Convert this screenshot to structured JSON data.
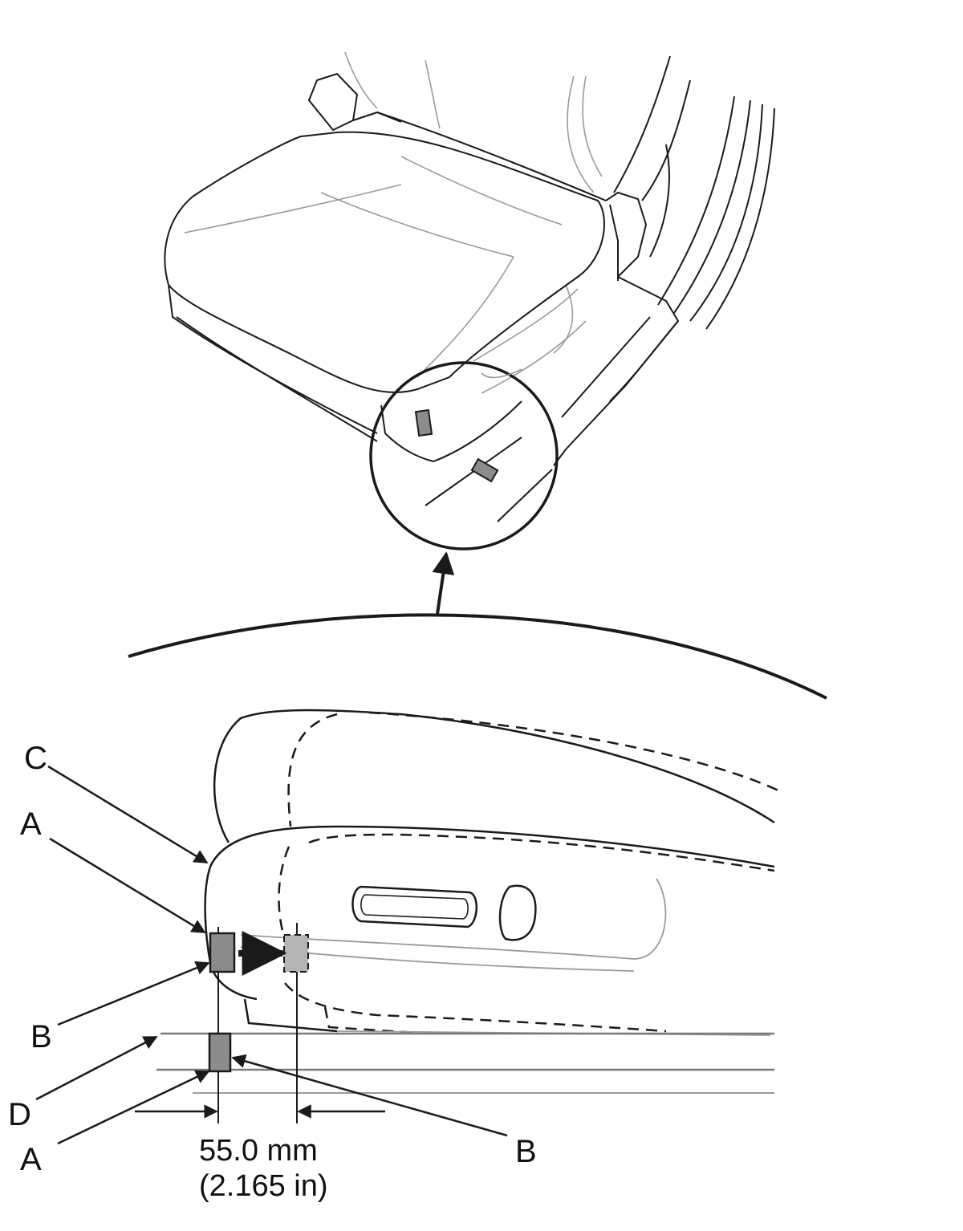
{
  "labels": {
    "c": "C",
    "a_top": "A",
    "b_left": "B",
    "d": "D",
    "a_bottom": "A",
    "b_right": "B"
  },
  "dimension": {
    "metric": "55.0 mm",
    "imperial": "(2.165 in)"
  },
  "colors": {
    "line": "#1a1a1a",
    "light_line": "#9a9a9a",
    "marker_fill": "#8c8c8c",
    "background": "#ffffff"
  }
}
